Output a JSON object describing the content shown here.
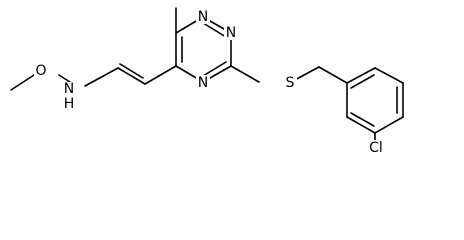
{
  "molecule": {
    "atoms": {
      "n_triazine_top": "N",
      "n_triazine_right": "N",
      "n_triazine_bottom": "N",
      "sulfur": "S",
      "chlorine": "Cl",
      "oxygen": "O",
      "amine_nitrogen": "N",
      "amine_hydrogen": "H"
    }
  },
  "colors": {
    "bond": "#000000",
    "text": "#000000",
    "background": "#ffffff"
  }
}
